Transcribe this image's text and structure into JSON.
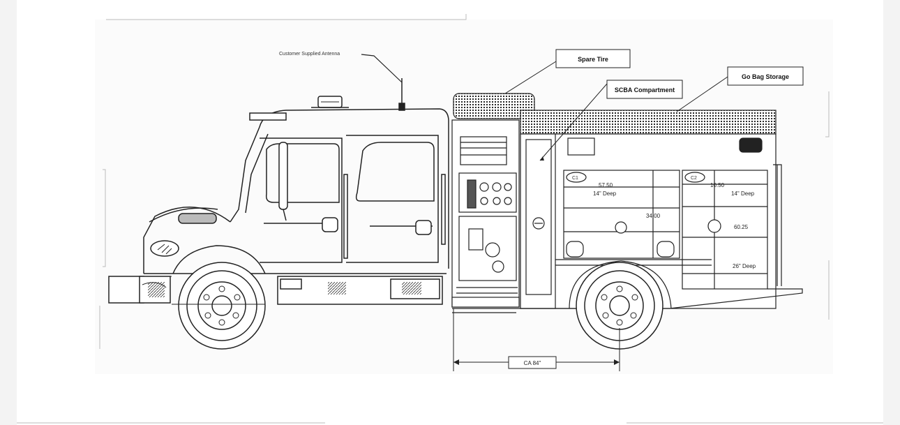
{
  "callouts": {
    "antenna": "Customer Supplied Antenna",
    "spare_tire": "Spare Tire",
    "scba": "SCBA Compartment",
    "go_bag": "Go Bag Storage"
  },
  "dimensions": {
    "ca": "CA 84\"",
    "c1_id": "C1",
    "c2_id": "C2",
    "c1_width": "57.50",
    "c1_depth": "14\" Deep",
    "c1_height": "34.00",
    "c2_width": "10.50",
    "c2_depth": "14\" Deep",
    "c2_height": "60.25",
    "c2_lower_depth": "26\" Deep"
  }
}
